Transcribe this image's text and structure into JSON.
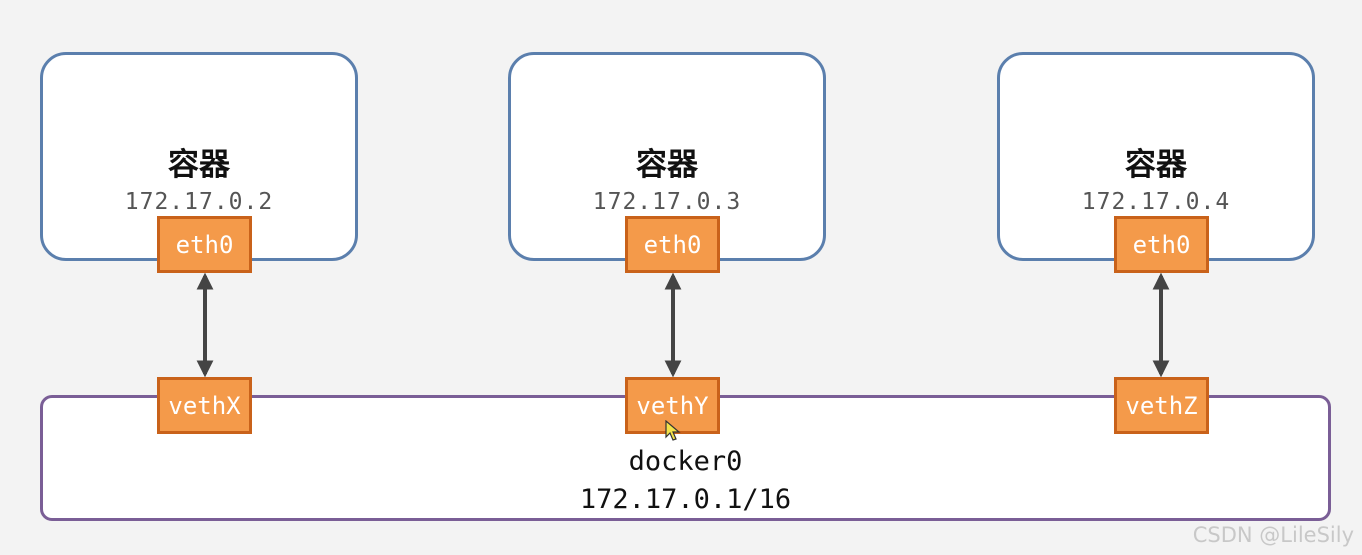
{
  "containers": [
    {
      "title": "容器",
      "ip": "172.17.0.2",
      "iface": "eth0"
    },
    {
      "title": "容器",
      "ip": "172.17.0.3",
      "iface": "eth0"
    },
    {
      "title": "容器",
      "ip": "172.17.0.4",
      "iface": "eth0"
    }
  ],
  "bridge": {
    "name": "docker0",
    "ip": "172.17.0.1/16",
    "veths": [
      "vethX",
      "vethY",
      "vethZ"
    ]
  },
  "colors": {
    "container_border": "#5b7fad",
    "bridge_border": "#7a5e96",
    "iface_fill": "#f49a4a",
    "iface_border": "#c9621a",
    "arrow": "#444444"
  },
  "watermark": "CSDN @LileSily"
}
